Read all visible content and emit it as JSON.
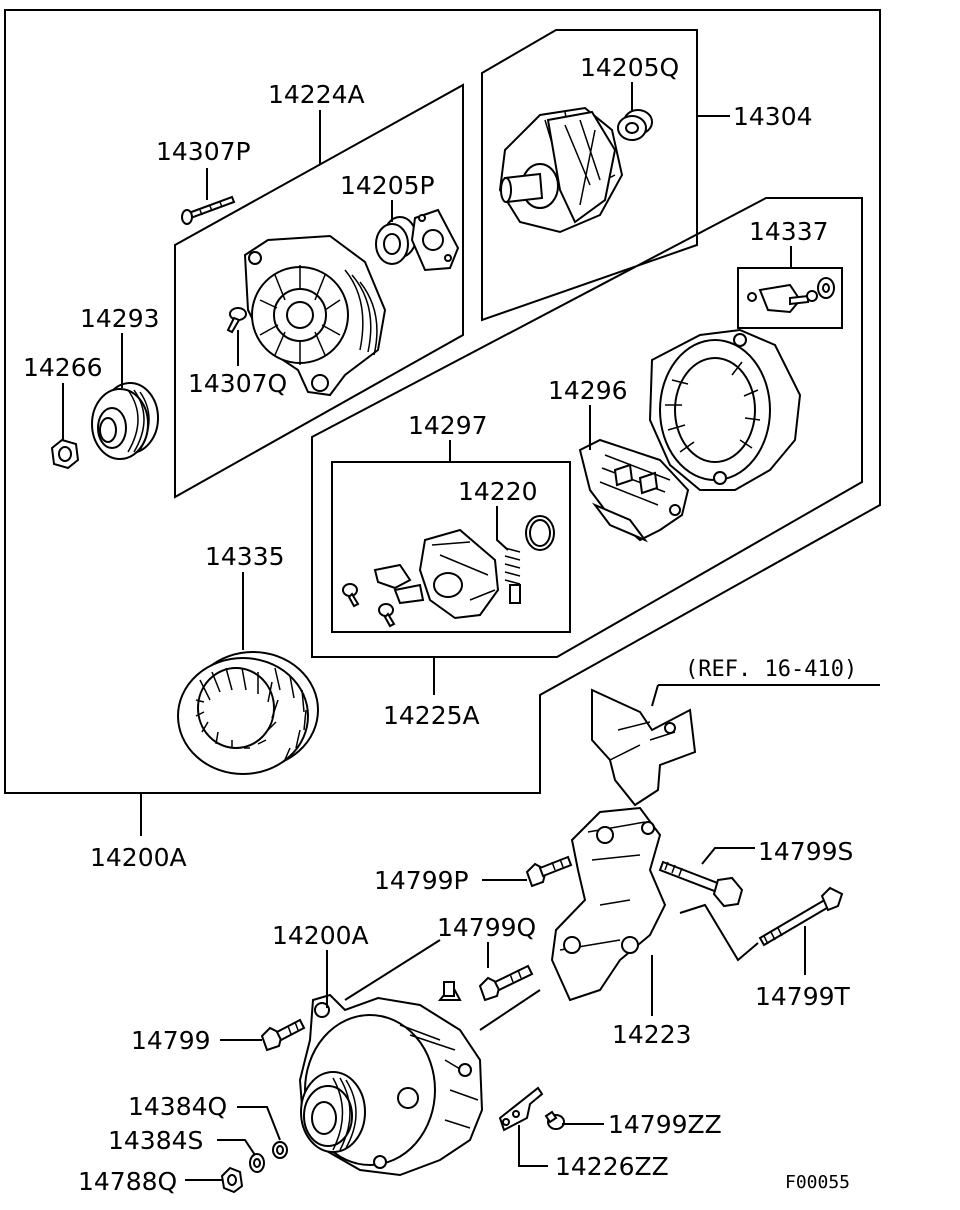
{
  "diagram_code": "F00055",
  "reference_note": "(REF. 16-410)",
  "labels": {
    "alternator_assy_top": "14200A",
    "alternator_assy_bottom": "14200A",
    "front_bracket": "14224A",
    "bolt_14307P": "14307P",
    "bearing_front": "14205P",
    "screw_14307Q": "14307Q",
    "pulley": "14293",
    "nut_14266": "14266",
    "rotor": "14304",
    "bearing_rotor": "14205Q",
    "rear_bracket_kit": "14225A",
    "terminal_kit": "14337",
    "rectifier": "14296",
    "regulator_kit": "14297",
    "brush": "14220",
    "stator": "14335",
    "bolt_14799P": "14799P",
    "bolt_14799Q": "14799Q",
    "bolt_14799S": "14799S",
    "bolt_14799T": "14799T",
    "bolt_14799": "14799",
    "bracket_14223": "14223",
    "washer_14384Q": "14384Q",
    "washer_14384S": "14384S",
    "nut_14788Q": "14788Q",
    "screw_14799ZZ": "14799ZZ",
    "plate_14226ZZ": "14226ZZ"
  }
}
